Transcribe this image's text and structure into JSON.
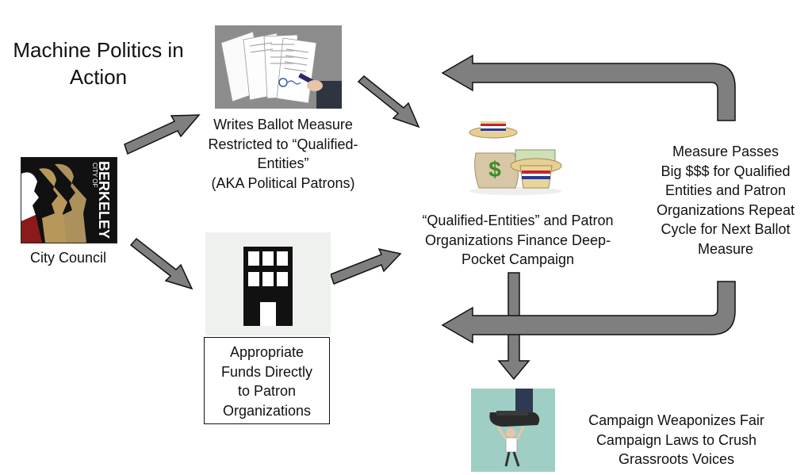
{
  "title": "Machine Politics in Action",
  "nodes": {
    "city_council": {
      "label": "City Council",
      "logo_text_top": "CITY OF",
      "logo_text_main": "BERKELEY"
    },
    "writes_measure": {
      "lines": [
        "Writes Ballot Measure",
        "Restricted to “Qualified-",
        "Entities”",
        "(AKA Political Patrons)"
      ]
    },
    "appropriate_funds": {
      "lines": [
        "Appropriate",
        "Funds Directly",
        "to Patron",
        "Organizations"
      ]
    },
    "finance_campaign": {
      "lines": [
        "“Qualified-Entities” and Patron",
        "Organizations Finance Deep-",
        "Pocket Campaign"
      ]
    },
    "measure_passes": {
      "lines": [
        "Measure Passes",
        "Big $$$ for Qualified",
        "Entities and Patron",
        "Organizations Repeat",
        "Cycle for Next Ballot",
        "Measure"
      ]
    },
    "weaponizes": {
      "lines": [
        "Campaign Weaponizes Fair",
        "Campaign Laws to Crush",
        "Grassroots Voices"
      ]
    }
  },
  "colors": {
    "arrow_fill": "#7f7f7f",
    "arrow_stroke": "#111111",
    "berkeley_red": "#8b1a1a",
    "berkeley_gold": "#b8985a"
  },
  "icons": [
    "documents-signing-illustration",
    "office-building-icon",
    "money-bags-straw-hats-illustration",
    "boot-crushing-person-illustration",
    "city-of-berkeley-logo"
  ]
}
